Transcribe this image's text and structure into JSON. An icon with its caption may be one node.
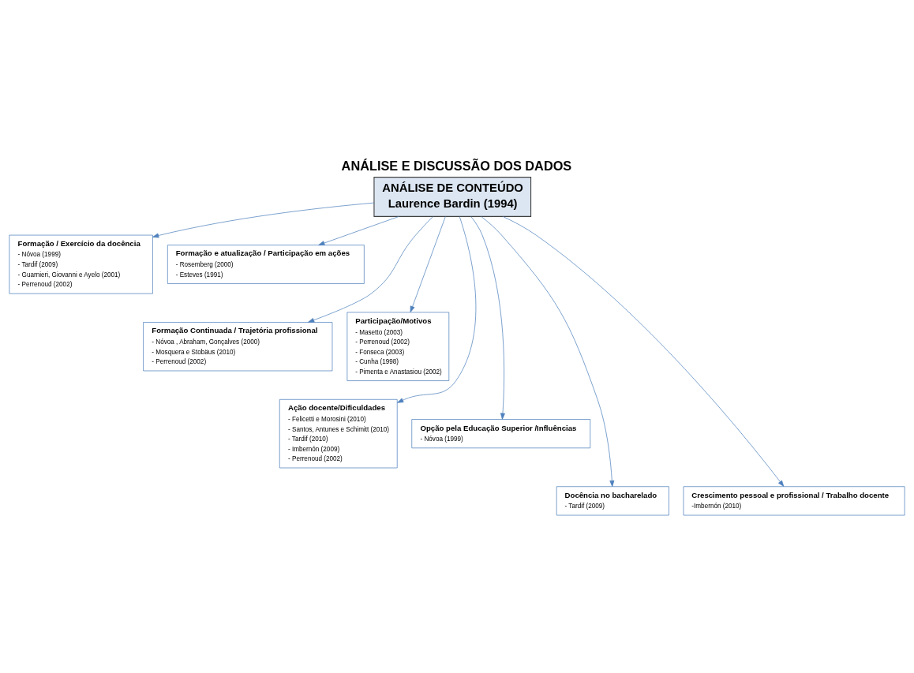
{
  "diagram": {
    "title": "ANÁLISE E DISCUSSÃO DOS DADOS",
    "nodes": [
      {
        "text": [
          "ANÁLISE DE CONTEÚDO",
          "Laurence Bardin (1994)"
        ]
      },
      {
        "text": [
          "Formação / Exercício da docência",
          "- Nóvoa (1999)",
          "- Tardif (2009)",
          "- Guarnieri, Giovanni e Ayelo (2001)",
          "- Perrenoud (2002)"
        ]
      },
      {
        "text": [
          "Formação e atualização / Participação em ações",
          "- Rosemberg (2000)",
          "- Esteves (1991)"
        ]
      },
      {
        "text": [
          "Formação Continuada / Trajetória profissional",
          "- Nóvoa , Abraham, Gonçalves (2000)",
          "- Mosquera e Stobäus (2010)",
          "- Perrenoud (2002)"
        ]
      },
      {
        "text": [
          "Participação/Motivos",
          "- Masetto (2003)",
          "- Perrenoud (2002)",
          "- Fonseca (2003)",
          "- Cunha (1998)",
          "- Pimenta e Anastasiou (2002)"
        ]
      },
      {
        "text": [
          "Ação docente/Dificuldades",
          "- Felicetti e Morosini (2010)",
          "- Santos, Antunes e Schimitt (2010)",
          "- Tardif (2010)",
          "- Imbernón (2009)",
          "- Perrenoud (2002)"
        ]
      },
      {
        "text": [
          "Opção pela Educação Superior /Influências",
          "- Nóvoa (1999)"
        ]
      },
      {
        "text": [
          "Docência no bacharelado",
          "- Tardif (2009)"
        ]
      },
      {
        "text": [
          "Crescimento pessoal e profissional / Trabalho docente",
          "-Imbernón (2010)"
        ]
      }
    ],
    "edges": [
      {
        "from": 0,
        "to": 1,
        "arrow": "to"
      },
      {
        "from": 0,
        "to": 2,
        "arrow": "to"
      },
      {
        "from": 0,
        "to": 3,
        "arrow": "to"
      },
      {
        "from": 0,
        "to": 4,
        "arrow": "to"
      },
      {
        "from": 0,
        "to": 5,
        "arrow": "to"
      },
      {
        "from": 0,
        "to": 6,
        "arrow": "to"
      },
      {
        "from": 0,
        "to": 7,
        "arrow": "to"
      },
      {
        "from": 0,
        "to": 8,
        "arrow": "to"
      }
    ]
  }
}
